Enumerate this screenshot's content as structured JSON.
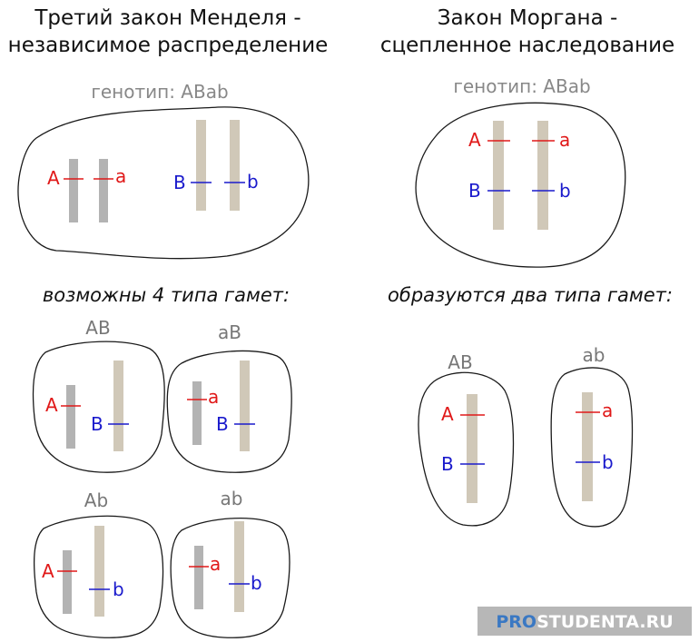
{
  "left": {
    "title_line1": "Третий закон Менделя -",
    "title_line2": "независимое распределение",
    "genotype": "генотип: ABab",
    "subtitle": "возможны 4 типа гамет:",
    "gametes": [
      "AB",
      "aB",
      "Ab",
      "ab"
    ]
  },
  "right": {
    "title_line1": "Закон Моргана -",
    "title_line2": "сцепленное наследование",
    "genotype": "генотип: ABab",
    "subtitle": "образуются два типа гамет:",
    "gametes": [
      "AB",
      "ab"
    ]
  },
  "alleles": {
    "A": "A",
    "a": "a",
    "B": "B",
    "b": "b"
  },
  "colors": {
    "allele_A": "#e01818",
    "allele_B": "#1a1acc",
    "chrom_gray": "#b3b3b3",
    "chrom_tan": "#d0c8b8",
    "outline": "#1a1a1a",
    "label_gray": "#888888"
  },
  "brand": {
    "pro": "PRO",
    "rest": "STUDENTA.RU"
  }
}
